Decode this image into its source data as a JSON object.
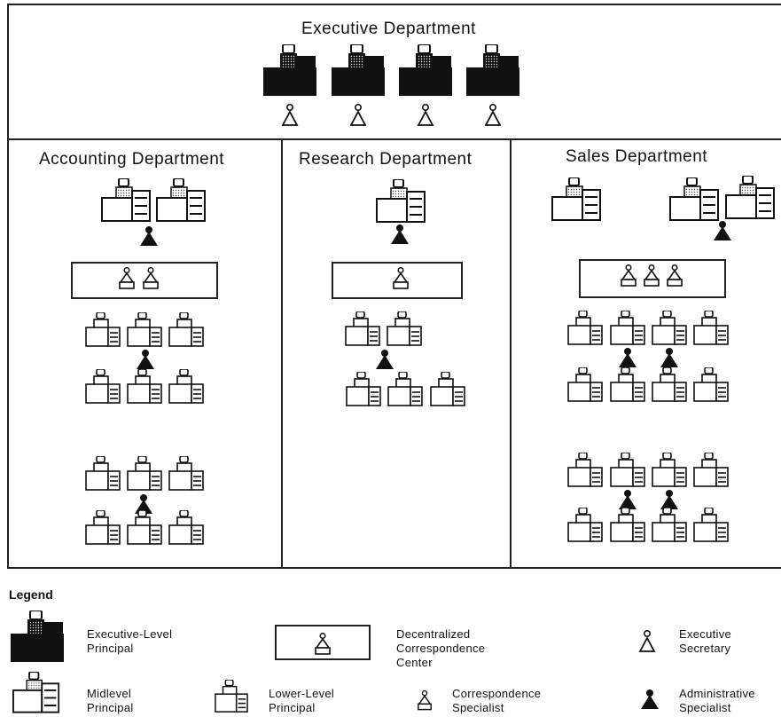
{
  "departments": {
    "executive": {
      "title": "Executive Department"
    },
    "accounting": {
      "title": "Accounting Department"
    },
    "research": {
      "title": "Research Department"
    },
    "sales": {
      "title": "Sales Department"
    }
  },
  "legend": {
    "heading": "Legend",
    "items": [
      {
        "icon": "executive-principal-icon",
        "label": "Executive-Level\nPrincipal"
      },
      {
        "icon": "correspondence-center-icon",
        "label": "Decentralized\nCorrespondence\nCenter"
      },
      {
        "icon": "executive-secretary-icon",
        "label": "Executive\nSecretary"
      },
      {
        "icon": "midlevel-principal-icon",
        "label": "Midlevel\nPrincipal"
      },
      {
        "icon": "lower-level-principal-icon",
        "label": "Lower-Level\nPrincipal"
      },
      {
        "icon": "correspondence-specialist-icon",
        "label": "Correspondence\nSpecialist"
      },
      {
        "icon": "administrative-specialist-icon",
        "label": "Administrative\nSpecialist"
      }
    ]
  },
  "colors": {
    "ink": "#111111",
    "paper": "#ffffff"
  }
}
